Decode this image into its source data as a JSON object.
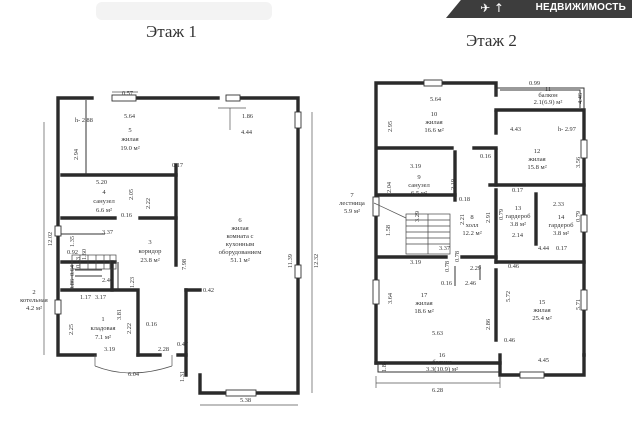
{
  "watermark": {
    "text": "НЕДВИЖИМОСТЬ",
    "logo_icon": "realty-logo-icon",
    "bg": "#3d3d3d"
  },
  "floor1": {
    "title": "Этаж 1",
    "rooms": [
      {
        "num": "5",
        "name": "жилая",
        "area": "19.0 м²"
      },
      {
        "num": "4",
        "name": "санузел",
        "area": "6.6 м²"
      },
      {
        "num": "3",
        "name": "коридор",
        "area": "23.8 м²"
      },
      {
        "num": "2",
        "name": "котельная",
        "area": "4.2 м²"
      },
      {
        "num": "1",
        "name": "кладовая",
        "area": "7.1 м²"
      },
      {
        "num": "6",
        "name": "жилая",
        "area": "51.1 м²",
        "extra": [
          "комната с",
          "кухонным",
          "оборудованием"
        ]
      }
    ],
    "dims": {
      "d057": "0.57",
      "d564": "5.64",
      "d186": "1.86",
      "d444": "4.44",
      "h288": "h- 2.88",
      "d294": "2.94",
      "d017": "0.17",
      "d520": "5.20",
      "d205": "2.05",
      "d222": "2.22",
      "d016a": "0.16",
      "d1202": "12.02",
      "d135": "1.35",
      "d337": "3.37",
      "d092": "0.92",
      "d160": "1.60",
      "d063": "0.63",
      "d064": "0.64",
      "d246": "2.46",
      "d123": "1.23",
      "d798": "7.98",
      "d042": "0.42",
      "d086": "0.86",
      "d117": "1.17",
      "d317": "3.17",
      "d381": "3.81",
      "d225": "2.25",
      "d222b": "2.22",
      "d016b": "0.16",
      "d319": "3.19",
      "d228": "2.28",
      "d047": "0.47",
      "d604": "6.04",
      "d131": "1.31",
      "d538": "5.38",
      "d1139": "11.39",
      "d1232": "12.32"
    }
  },
  "floor2": {
    "title": "Этаж 2",
    "rooms": [
      {
        "num": "10",
        "name": "жилая",
        "area": "16.6 м²"
      },
      {
        "num": "11",
        "name": "балкон",
        "area": "2.1(6.9) м²"
      },
      {
        "num": "12",
        "name": "жилая",
        "area": "15.8 м²"
      },
      {
        "num": "9",
        "name": "санузел",
        "area": "6.5 м²"
      },
      {
        "num": "7",
        "name": "лестница",
        "area": "5.9 м²"
      },
      {
        "num": "8",
        "name": "холл",
        "area": "12.2 м²"
      },
      {
        "num": "13",
        "name": "гардероб",
        "area": "3.8 м²"
      },
      {
        "num": "14",
        "name": "гардероб",
        "area": "3.8 м²"
      },
      {
        "num": "17",
        "name": "жилая",
        "area": "18.6 м²"
      },
      {
        "num": "15",
        "name": "жилая",
        "area": "25.4 м²"
      },
      {
        "num": "16",
        "name": "балкон",
        "area": "3.3(10.9) м²"
      }
    ],
    "dims": {
      "d564": "5.64",
      "d099": "0.99",
      "d446": "4.46",
      "d295": "2.95",
      "d443": "4.43",
      "h297": "h- 2.97",
      "d016": "0.16",
      "d319": "3.19",
      "d204": "2.04",
      "d219": "2.19",
      "d356": "3.56",
      "d017": "0.17",
      "d018": "0.18",
      "d158": "1.58",
      "d329": "3.29",
      "d221": "2.21",
      "d079a": "0.79",
      "d291": "2.91",
      "d079b": "0.79",
      "d214": "2.14",
      "d233": "2.33",
      "d337": "3.37",
      "d444": "4.44",
      "d017b": "0.17",
      "d319b": "3.19",
      "d078": "0.78",
      "d229": "2.29",
      "d046a": "0.46",
      "d364": "3.64",
      "d016c": "0.16",
      "d246": "2.46",
      "d572": "5.72",
      "d571": "5.71",
      "d286": "2.86",
      "d563": "5.63",
      "d046b": "0.46",
      "d445": "4.45",
      "d183": "1.83",
      "d628": "6.28",
      "d078b": "0.78"
    }
  }
}
